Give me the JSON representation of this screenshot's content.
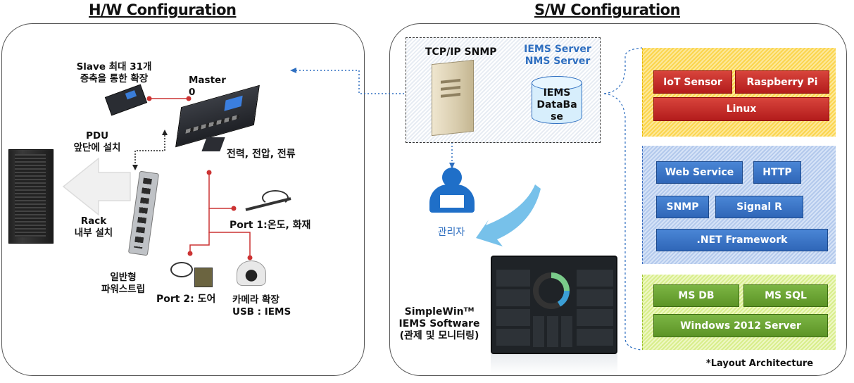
{
  "hw": {
    "title": "H/W Configuration",
    "slave": "Slave 최대 31개\n증축을 통한 확장",
    "master": "Master\n0",
    "pdu": "PDU\n앞단에 설치",
    "rack": "Rack\n내부 설치",
    "power": "전력, 전압,  전류",
    "port1": "Port 1:온도, 화재",
    "port2": "Port 2: 도어",
    "strip": "일반형\n파워스트립",
    "camera": "카메라 확장\nUSB : IEMS"
  },
  "sw": {
    "title": "S/W Configuration",
    "tcp": "TCP/IP SNMP",
    "server": "IEMS Server\nNMS Server",
    "db": "IEMS\nDataBa\nse",
    "admin": "관리자",
    "software": "SimpleWinᵀᴹ\nIEMS Software\n(관제 및 모니터링)",
    "caption": "*Layout Architecture"
  },
  "layers": {
    "top": [
      "IoT Sensor",
      "Raspberry Pi",
      "Linux"
    ],
    "middle": [
      "Web Service",
      "HTTP",
      "SNMP",
      "Signal R",
      ".NET Framework"
    ],
    "bottom": [
      "MS DB",
      "MS SQL",
      "Windows 2012 Server"
    ]
  },
  "colors": {
    "red": "#c32a26",
    "blue": "#3a74c8",
    "green": "#6aa232",
    "link": "#2f6fc0"
  }
}
